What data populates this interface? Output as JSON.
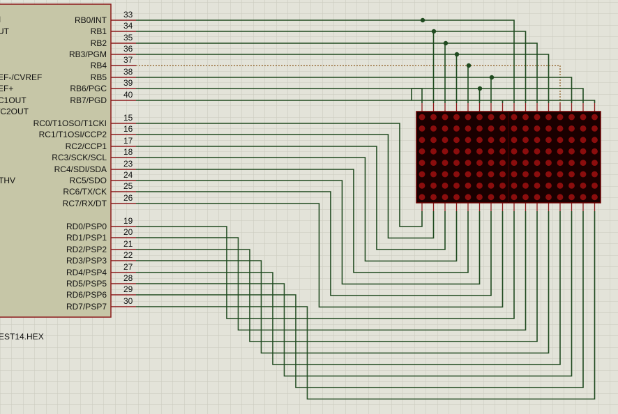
{
  "colors": {
    "background": "#e3e3d9",
    "grid": "#c9c9bd",
    "chip_fill": "#c6c6a7",
    "chip_border": "#8b1a1a",
    "pin_line": "#8b1a1a",
    "wire": "#1f4a1f",
    "junction": "#1f4a1f",
    "highlight_wire": "#8a5a1e",
    "matrix_bg": "#1a0000",
    "matrix_border": "#6b0000",
    "led": "#8b0d0d",
    "text": "#111111"
  },
  "chip": {
    "part_label": "EST14.HEX",
    "left_labels": [
      "I",
      "UT",
      "EF-/CVREF",
      "EF+",
      "C1OUT",
      "/C2OUT",
      "THV"
    ],
    "right_pins": [
      {
        "label": "RB0/INT",
        "number": "33"
      },
      {
        "label": "RB1",
        "number": "34"
      },
      {
        "label": "RB2",
        "number": "35"
      },
      {
        "label": "RB3/PGM",
        "number": "36"
      },
      {
        "label": "RB4",
        "number": "37"
      },
      {
        "label": "RB5",
        "number": "38"
      },
      {
        "label": "RB6/PGC",
        "number": "39"
      },
      {
        "label": "RB7/PGD",
        "number": "40"
      },
      {
        "label": "RC0/T1OSO/T1CKI",
        "number": "15"
      },
      {
        "label": "RC1/T1OSI/CCP2",
        "number": "16"
      },
      {
        "label": "RC2/CCP1",
        "number": "17"
      },
      {
        "label": "RC3/SCK/SCL",
        "number": "18"
      },
      {
        "label": "RC4/SDI/SDA",
        "number": "23"
      },
      {
        "label": "RC5/SDO",
        "number": "24"
      },
      {
        "label": "RC6/TX/CK",
        "number": "25"
      },
      {
        "label": "RC7/RX/DT",
        "number": "26"
      },
      {
        "label": "RD0/PSP0",
        "number": "19"
      },
      {
        "label": "RD1/PSP1",
        "number": "20"
      },
      {
        "label": "RD2/PSP2",
        "number": "21"
      },
      {
        "label": "RD3/PSP3",
        "number": "22"
      },
      {
        "label": "RD4/PSP4",
        "number": "27"
      },
      {
        "label": "RD5/PSP5",
        "number": "28"
      },
      {
        "label": "RD6/PSP6",
        "number": "29"
      },
      {
        "label": "RD7/PSP7",
        "number": "30"
      }
    ]
  },
  "led_matrix": {
    "modules": 2,
    "rows": 8,
    "columns_per_module": 8
  }
}
